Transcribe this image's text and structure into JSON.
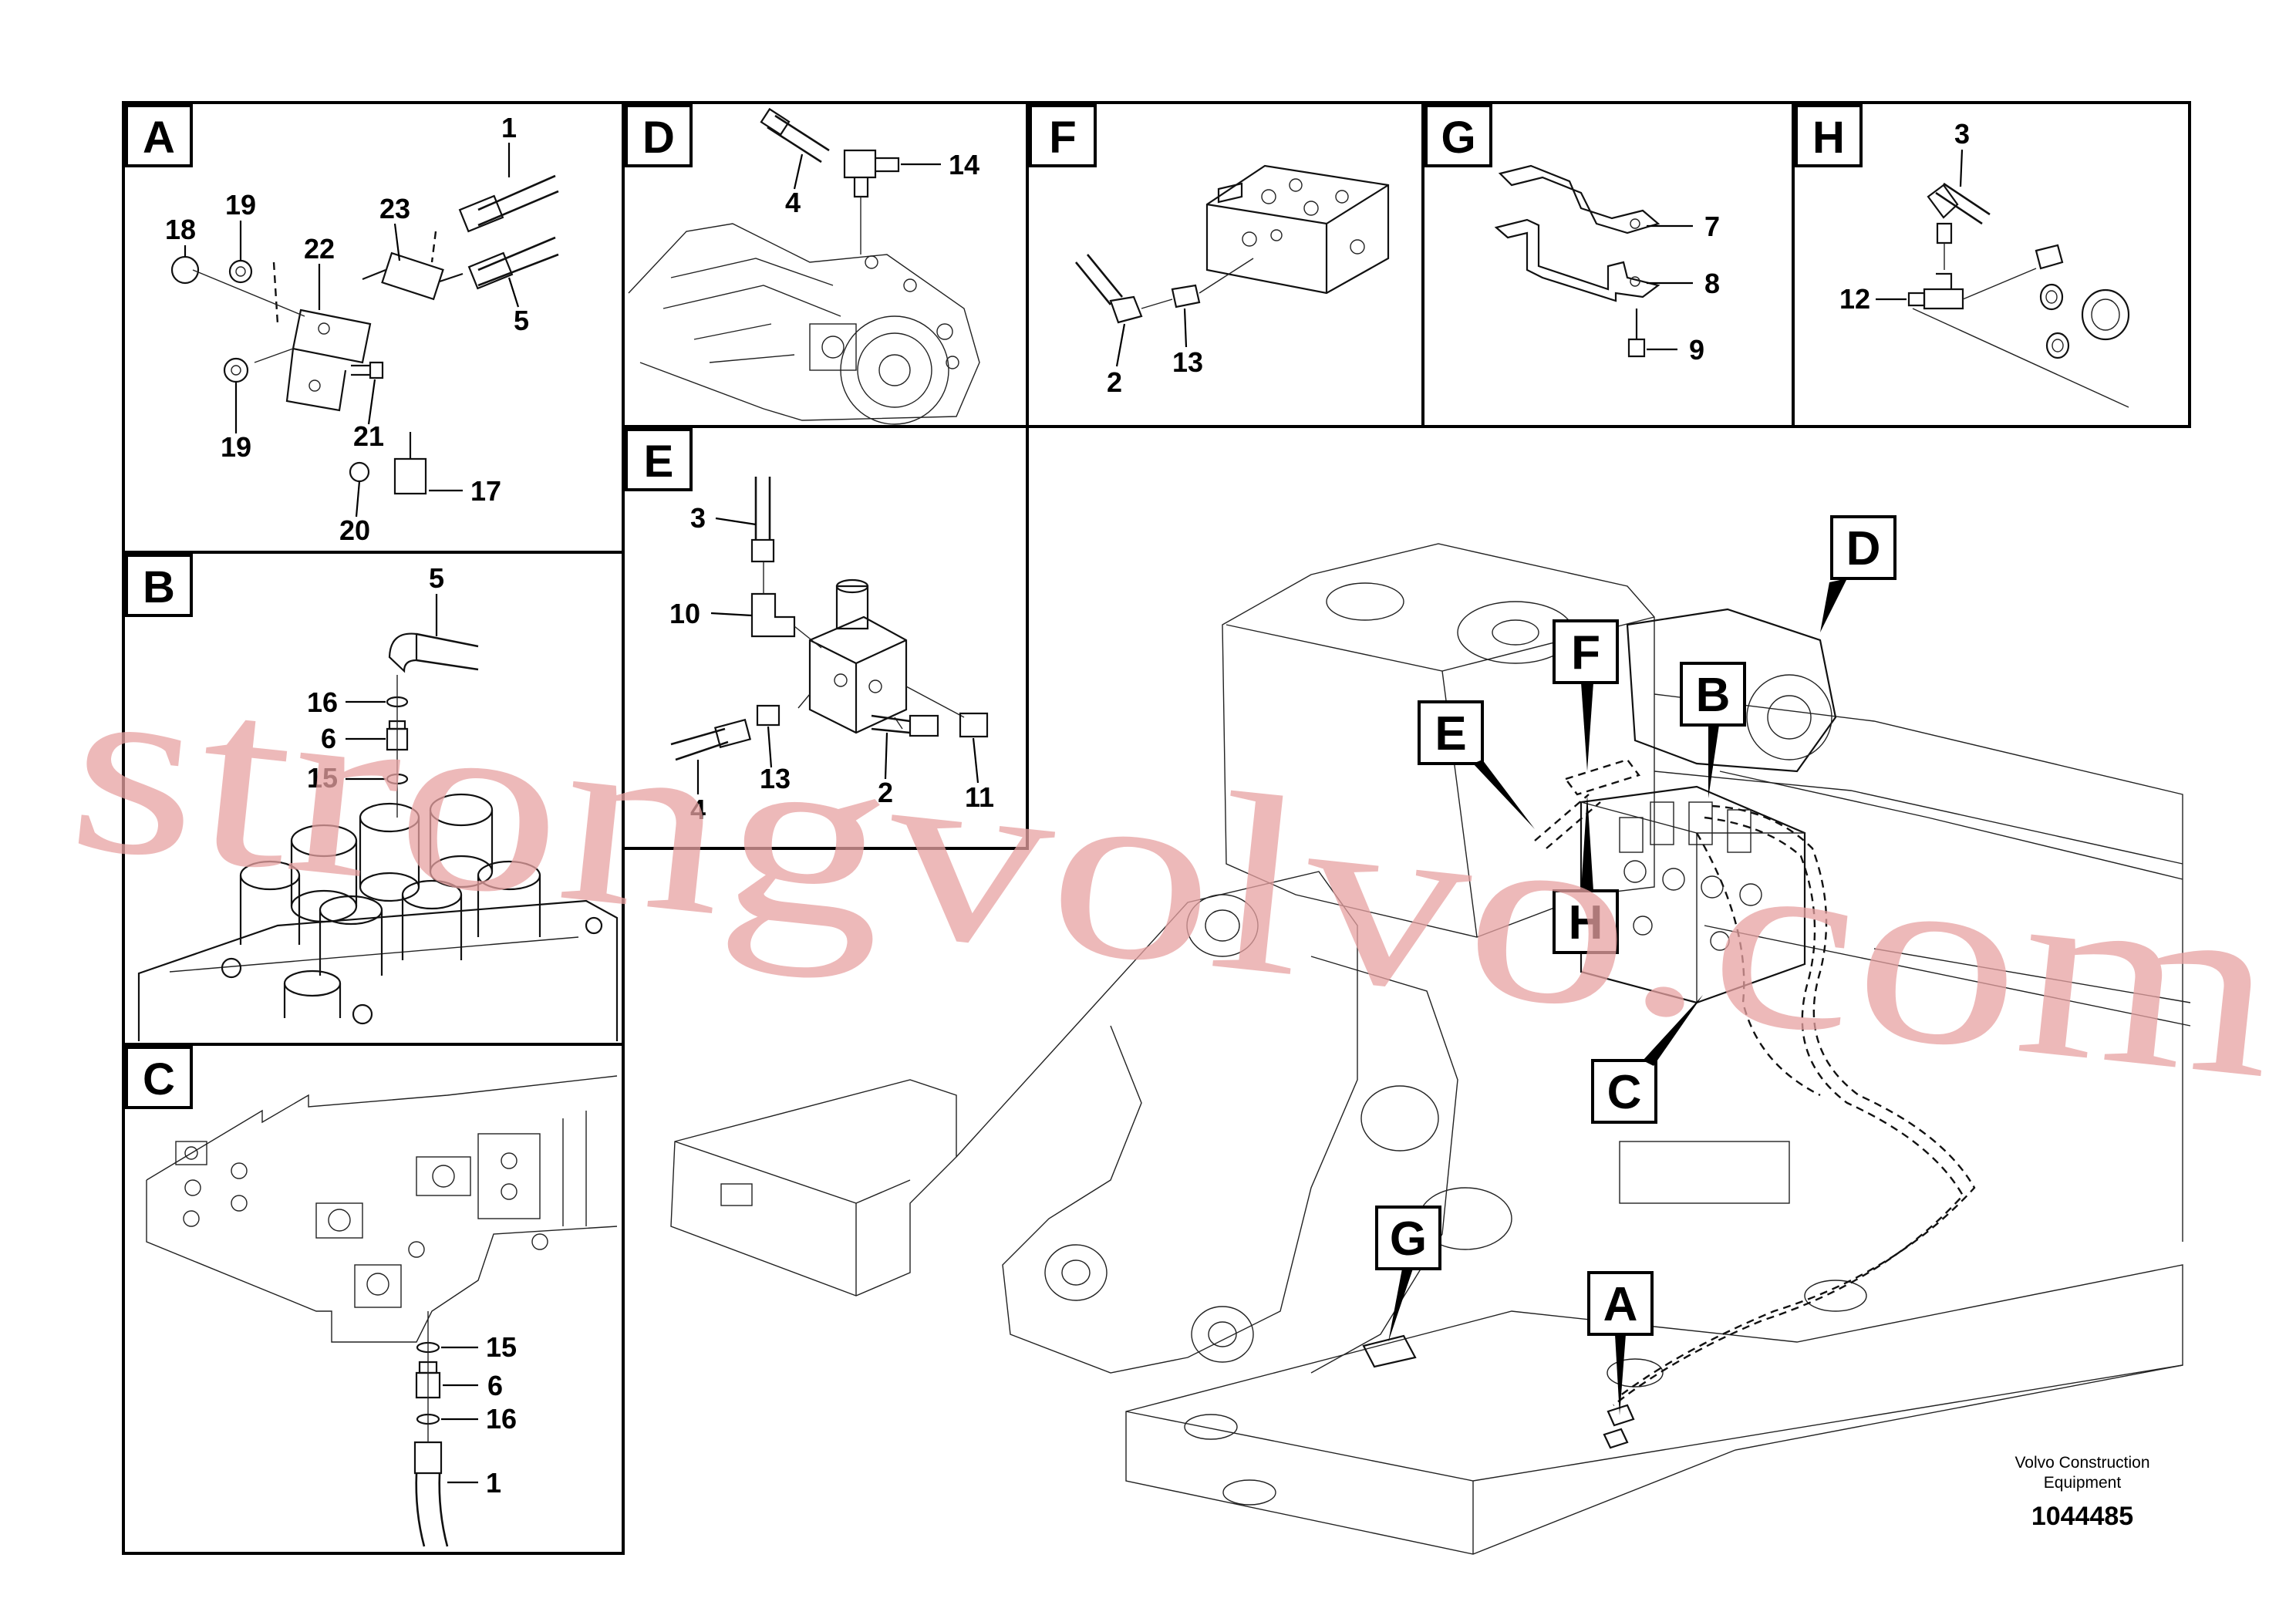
{
  "panels": {
    "A": {
      "letter": "A",
      "callouts": {
        "c1": "1",
        "c18": "18",
        "c19a": "19",
        "c23": "23",
        "c22": "22",
        "c5": "5",
        "c19b": "19",
        "c21": "21",
        "c17": "17",
        "c20": "20"
      }
    },
    "B": {
      "letter": "B",
      "callouts": {
        "c5": "5",
        "c16": "16",
        "c6": "6",
        "c15": "15"
      }
    },
    "C": {
      "letter": "C",
      "callouts": {
        "c15": "15",
        "c6": "6",
        "c16": "16",
        "c1": "1"
      }
    },
    "D": {
      "letter": "D",
      "callouts": {
        "c4": "4",
        "c14": "14"
      }
    },
    "E": {
      "letter": "E",
      "callouts": {
        "c3": "3",
        "c10": "10",
        "c4": "4",
        "c13": "13",
        "c2": "2",
        "c11": "11"
      }
    },
    "F": {
      "letter": "F",
      "callouts": {
        "c2": "2",
        "c13": "13"
      }
    },
    "G": {
      "letter": "G",
      "callouts": {
        "c7": "7",
        "c8": "8",
        "c9": "9"
      }
    },
    "H": {
      "letter": "H",
      "callouts": {
        "c3": "3",
        "c12": "12"
      }
    }
  },
  "main_view": {
    "labels": {
      "D": "D",
      "F": "F",
      "B": "B",
      "E": "E",
      "H": "H",
      "C": "C",
      "G": "G",
      "A": "A"
    }
  },
  "footer": {
    "company_line1": "Volvo Construction",
    "company_line2": "Equipment",
    "drawing_number": "1044485"
  },
  "watermark": {
    "text": "strongvolvo.com",
    "color": "#e8a2a2"
  }
}
